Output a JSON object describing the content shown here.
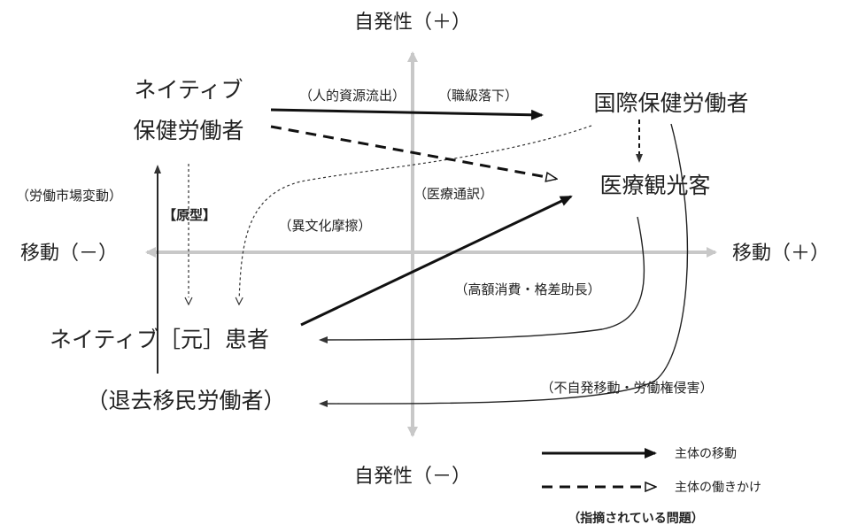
{
  "axes": {
    "y_top": "自発性（＋）",
    "y_bottom": "自発性（－）",
    "x_left": "移動（－）",
    "x_right": "移動（＋）"
  },
  "nodes": {
    "native_worker_line1": "ネイティブ",
    "native_worker_line2": "保健労働者",
    "intl_worker": "国際保健労働者",
    "medical_tourist": "医療観光客",
    "native_patient": "ネイティブ［元］患者",
    "returned_migrant": "（退去移民労働者）"
  },
  "labels": {
    "brain_drain": "（人的資源流出）",
    "deskilling": "（職級落下）",
    "labor_market": "（労働市場変動）",
    "prototype": "【原型】",
    "cultural_friction": "（異文化摩擦）",
    "medical_interpreting": "（医療通訳）",
    "high_spending": "（高額消費・格差助長）",
    "forced_migration": "（不自発移動・労働権侵害）"
  },
  "legend": {
    "solid_label": "主体の移動",
    "dashed_label": "主体の働きかけ",
    "dotted_label": "（指摘されている問題）"
  },
  "colors": {
    "axis": "#c8c8c8",
    "ink": "#111111",
    "thin": "#333333"
  }
}
